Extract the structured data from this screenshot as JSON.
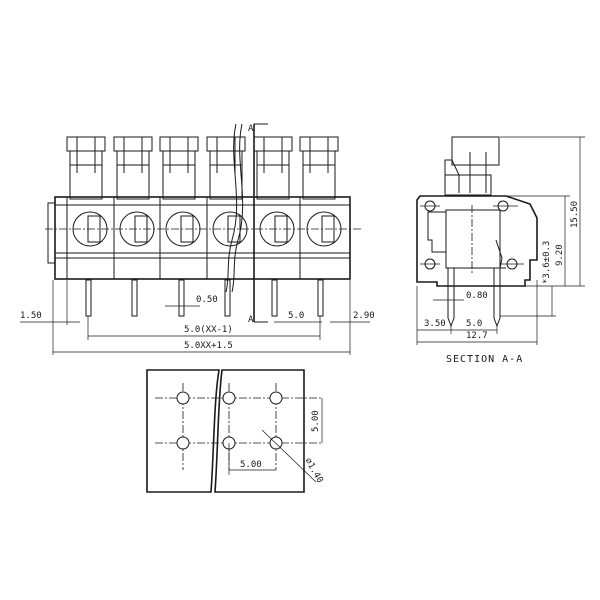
{
  "front_view": {
    "pole_count_shown": 6,
    "section_marker_top": "A",
    "section_marker_bottom": "A",
    "dims": {
      "left_offset": "1.50",
      "pin_width": "0.50",
      "pitch_total": "5.0(XX-1)",
      "pitch": "5.0",
      "right_offset": "2.90",
      "overall": "5.0XX+1.5"
    }
  },
  "section_view": {
    "caption": "SECTION A-A",
    "dims": {
      "height_total": "15.50",
      "height_body": "9.20",
      "pin_length": "*3.6±0.3",
      "pin_dia": "0.80",
      "edge_to_pin": "3.50",
      "pin_spacing": "5.0",
      "width": "12.7"
    }
  },
  "pcb_layout": {
    "rows": 2,
    "cols_shown": 3,
    "dims": {
      "row_spacing": "5.00",
      "col_spacing": "5.00",
      "hole_dia": "⌀1.40"
    }
  }
}
